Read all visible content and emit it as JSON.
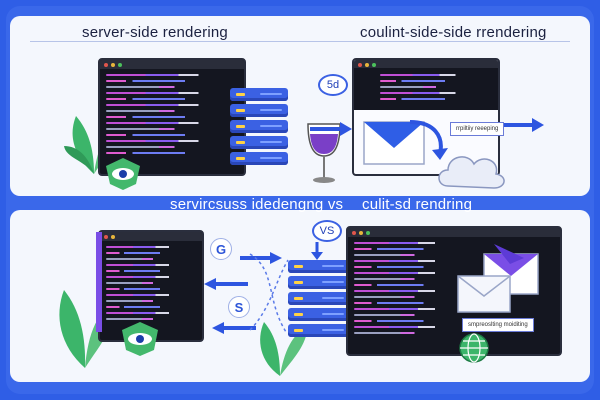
{
  "top": {
    "left_heading": "server-side rendering",
    "right_heading": "coulint-side-side rrendering",
    "badge_text": "5d",
    "tag_text": "rrpiltiiy reeeping"
  },
  "bottom": {
    "left_heading": "servircsuss idedengng vs",
    "right_heading": "culit-sd rendring",
    "badge_text": "VS",
    "glyph_top": "G",
    "glyph_bottom": "S",
    "tag_text": "smpreoslting moiditing"
  },
  "colors": {
    "background": "#2f5ee6",
    "panel": "#f4f7fd",
    "server": "#3b61e3",
    "accent_purple": "#7a4ee6",
    "leaf_green": "#3cb56a"
  }
}
